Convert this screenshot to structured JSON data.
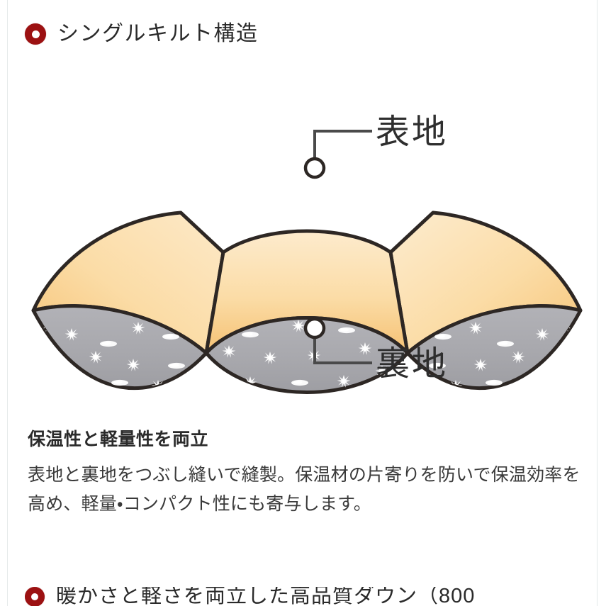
{
  "section": {
    "bullet_icon": "ring-bullet-icon",
    "bullet_color": "#9c1112",
    "title": "シングルキルト構造"
  },
  "diagram": {
    "name": "single-quilt-construction-diagram",
    "callouts": [
      {
        "id": "outer-fabric",
        "label": "表地",
        "marker": "circle-marker",
        "position": "top"
      },
      {
        "id": "lining-fabric",
        "label": "裏地",
        "marker": "circle-marker",
        "position": "bottom"
      }
    ],
    "layers": [
      {
        "id": "shell",
        "name": "outer-shell-panel",
        "color": "#fbdca6"
      },
      {
        "id": "chamber",
        "name": "down-chamber",
        "color": "#a9a9ae"
      },
      {
        "id": "fill",
        "name": "down-feather-fill",
        "color": "#ffffff"
      }
    ],
    "outline_color": "#2d2724"
  },
  "copy": {
    "heading": "保温性と軽量性を両立",
    "body": "表地と裏地をつぶし縫いで縫製。保温材の片寄りを防いで保温効率を高め、軽量・コンパクト性にも寄与します。"
  },
  "next_section": {
    "bullet_icon": "ring-bullet-icon",
    "title": "暖かさと軽さを両立した高品質ダウン（800"
  }
}
